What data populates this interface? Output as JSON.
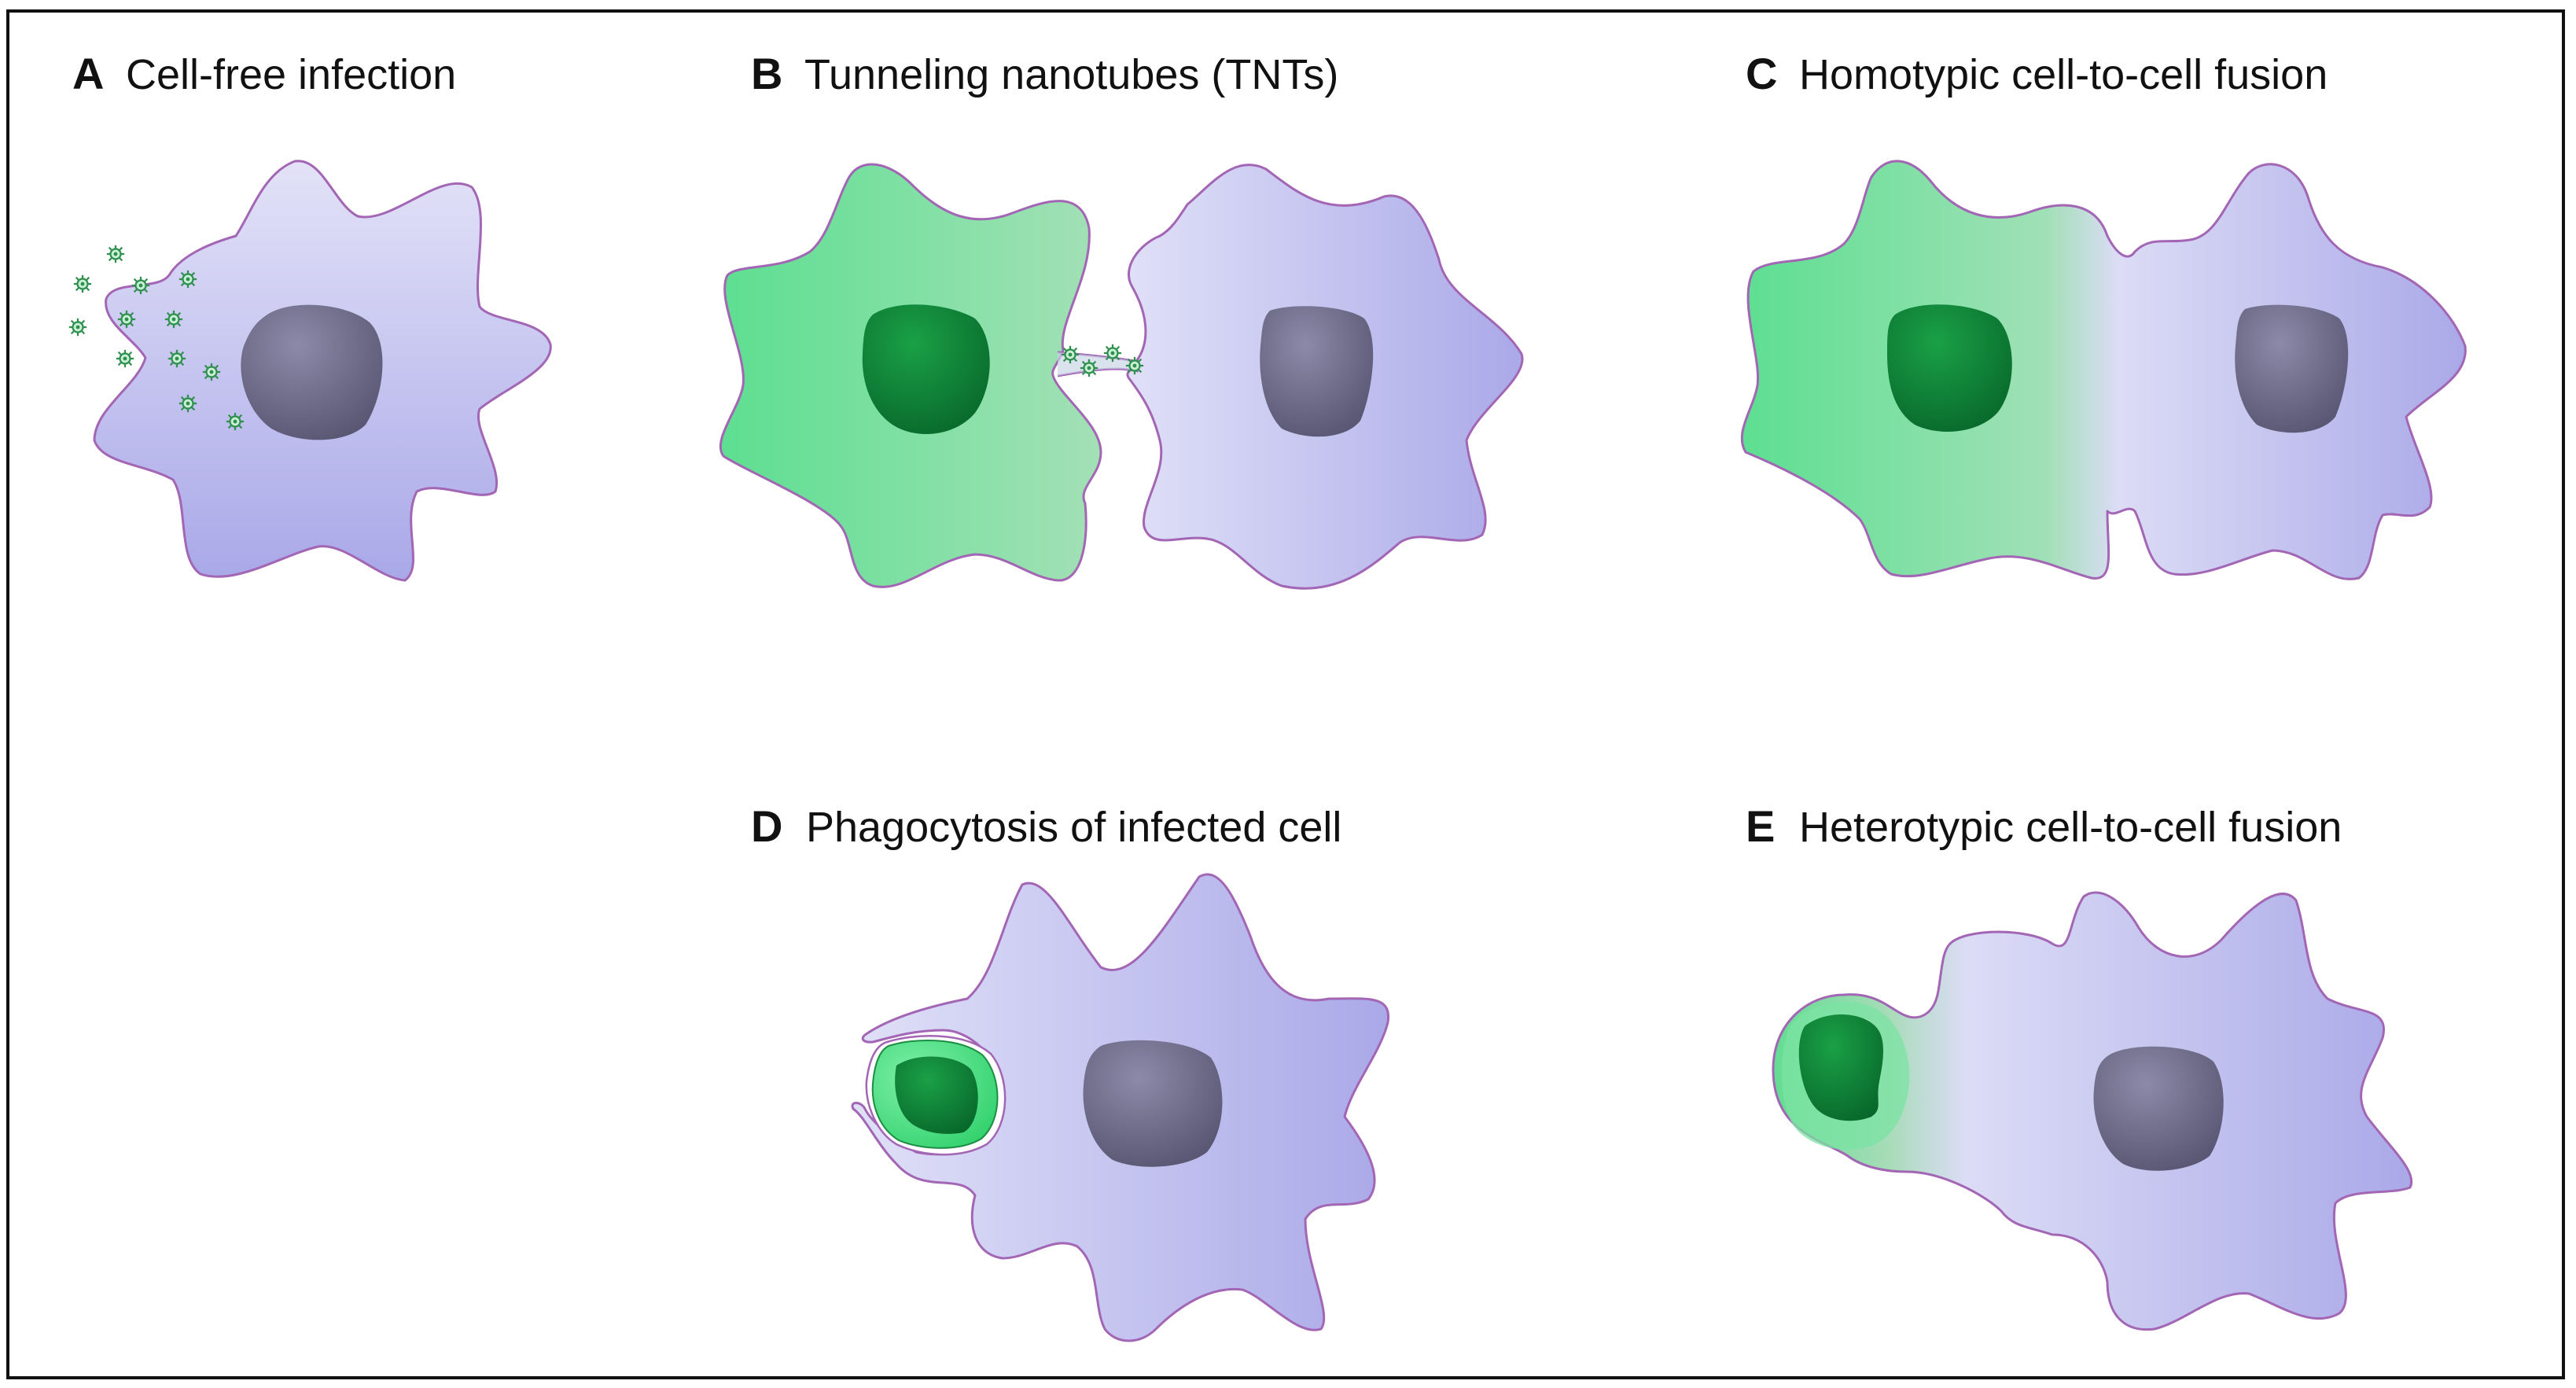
{
  "colors": {
    "frame": "#111111",
    "host_cell_light": "#dcdcf7",
    "host_cell_dark": "#a9a8e8",
    "host_nucleus": "#5f5d82",
    "infected_cell_light": "#9be0b5",
    "infected_cell_dark": "#5ddf91",
    "infected_nucleus": "#0f8a33",
    "membrane": "#a366b5",
    "virion": "#3aa45f"
  },
  "panels": [
    {
      "letter": "A",
      "title": "Cell-free infection"
    },
    {
      "letter": "B",
      "title": "Tunneling nanotubes (TNTs)"
    },
    {
      "letter": "C",
      "title": "Homotypic cell-to-cell fusion"
    },
    {
      "letter": "D",
      "title": "Phagocytosis of infected cell"
    },
    {
      "letter": "E",
      "title": "Heterotypic cell-to-cell fusion"
    }
  ]
}
